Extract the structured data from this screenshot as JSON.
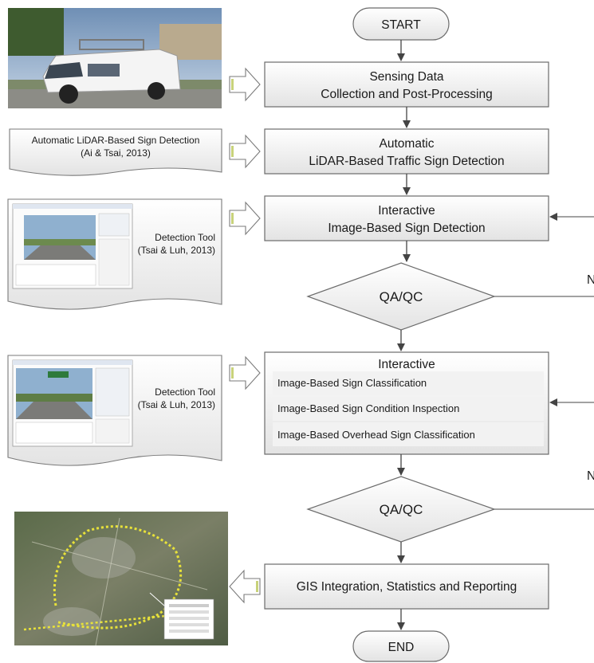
{
  "flow": {
    "start": "START",
    "step1": {
      "line1": "Sensing Data",
      "line2": "Collection and Post-Processing"
    },
    "step2": {
      "line1": "Automatic",
      "line2": "LiDAR-Based Traffic Sign Detection"
    },
    "step3": {
      "line1": "Interactive",
      "line2": "Image-Based Sign Detection"
    },
    "qa1": "QA/QC",
    "step4": {
      "title": "Interactive",
      "items": [
        "Image-Based Sign Classification",
        "Image-Based Sign Condition Inspection",
        "Image-Based Overhead Sign Classification"
      ]
    },
    "qa2": "QA/QC",
    "step5": "GIS Integration, Statistics and Reporting",
    "end": "END",
    "branch_label_1": "N",
    "branch_label_2": "N"
  },
  "side": {
    "doc1": {
      "line1": "Automatic LiDAR-Based Sign Detection",
      "line2": "(Ai & Tsai, 2013)"
    },
    "doc2": {
      "line1": "Detection Tool",
      "line2": "(Tsai & Luh, 2013)"
    },
    "doc3": {
      "line1": "Detection Tool",
      "line2": "(Tsai & Luh, 2013)"
    }
  },
  "colors": {
    "box_fill_top": "#ffffff",
    "box_fill_bottom": "#e6e6e6",
    "stroke": "#6b6b6b",
    "arrow_fill": "#ffffff",
    "arrow_accent": "#c8d27a"
  }
}
